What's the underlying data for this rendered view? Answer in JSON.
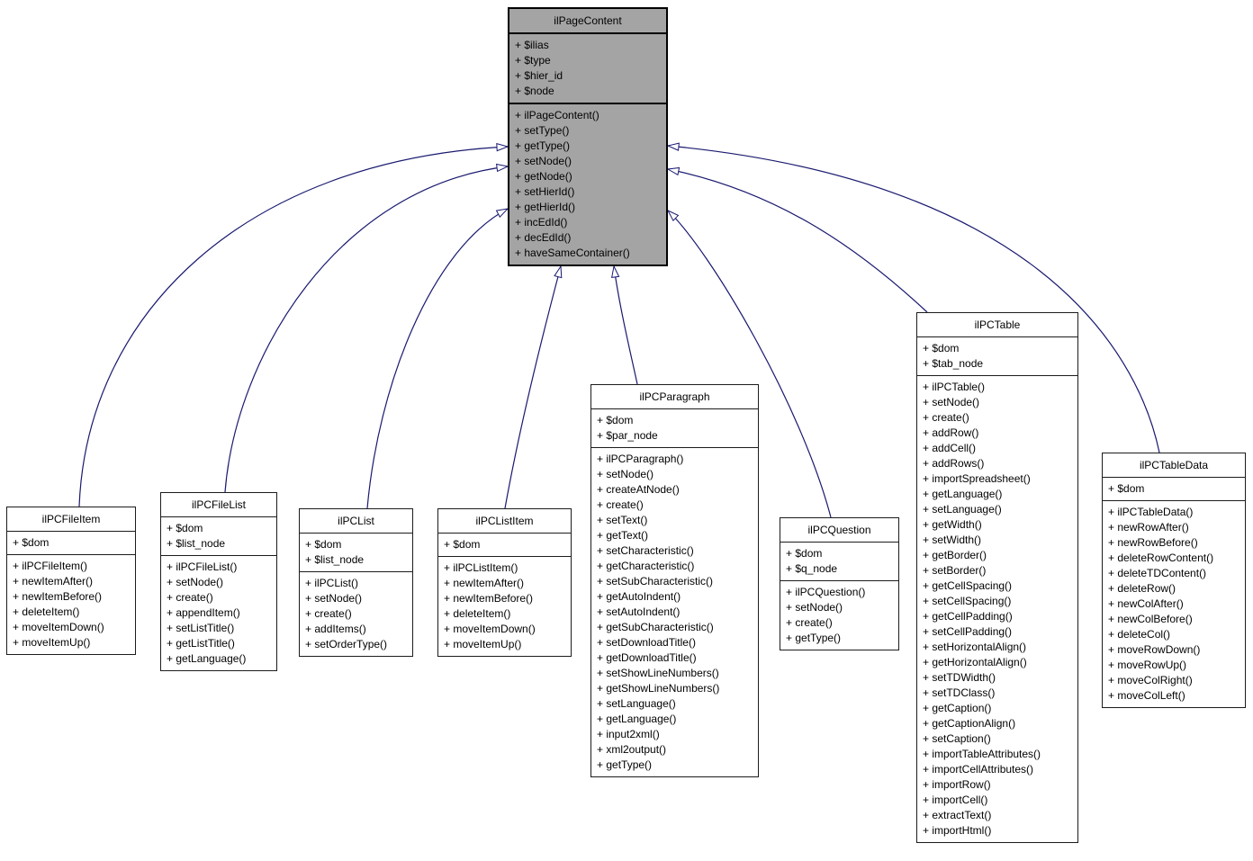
{
  "diagram": {
    "type": "uml-class-inheritance-graph",
    "base_class": "ilPageContent",
    "arrow_color": "#191970",
    "base_fill": "#a4a4a4",
    "node_fill": "#ffffff",
    "border_color": "#000000",
    "classes": [
      {
        "name": "ilPageContent",
        "attributes": [
          "+ $ilias",
          "+ $type",
          "+ $hier_id",
          "+ $node"
        ],
        "methods": [
          "+ ilPageContent()",
          "+ setType()",
          "+ getType()",
          "+ setNode()",
          "+ getNode()",
          "+ setHierId()",
          "+ getHierId()",
          "+ incEdId()",
          "+ decEdId()",
          "+ haveSameContainer()"
        ]
      },
      {
        "name": "ilPCFileItem",
        "attributes": [
          "+ $dom"
        ],
        "methods": [
          "+ ilPCFileItem()",
          "+ newItemAfter()",
          "+ newItemBefore()",
          "+ deleteItem()",
          "+ moveItemDown()",
          "+ moveItemUp()"
        ]
      },
      {
        "name": "ilPCFileList",
        "attributes": [
          "+ $dom",
          "+ $list_node"
        ],
        "methods": [
          "+ ilPCFileList()",
          "+ setNode()",
          "+ create()",
          "+ appendItem()",
          "+ setListTitle()",
          "+ getListTitle()",
          "+ getLanguage()"
        ]
      },
      {
        "name": "ilPCList",
        "attributes": [
          "+ $dom",
          "+ $list_node"
        ],
        "methods": [
          "+ ilPCList()",
          "+ setNode()",
          "+ create()",
          "+ addItems()",
          "+ setOrderType()"
        ]
      },
      {
        "name": "ilPCListItem",
        "attributes": [
          "+ $dom"
        ],
        "methods": [
          "+ ilPCListItem()",
          "+ newItemAfter()",
          "+ newItemBefore()",
          "+ deleteItem()",
          "+ moveItemDown()",
          "+ moveItemUp()"
        ]
      },
      {
        "name": "ilPCParagraph",
        "attributes": [
          "+ $dom",
          "+ $par_node"
        ],
        "methods": [
          "+ ilPCParagraph()",
          "+ setNode()",
          "+ createAtNode()",
          "+ create()",
          "+ setText()",
          "+ getText()",
          "+ setCharacteristic()",
          "+ getCharacteristic()",
          "+ setSubCharacteristic()",
          "+ getAutoIndent()",
          "+ setAutoIndent()",
          "+ getSubCharacteristic()",
          "+ setDownloadTitle()",
          "+ getDownloadTitle()",
          "+ setShowLineNumbers()",
          "+ getShowLineNumbers()",
          "+ setLanguage()",
          "+ getLanguage()",
          "+ input2xml()",
          "+ xml2output()",
          "+ getType()"
        ]
      },
      {
        "name": "ilPCQuestion",
        "attributes": [
          "+ $dom",
          "+ $q_node"
        ],
        "methods": [
          "+ ilPCQuestion()",
          "+ setNode()",
          "+ create()",
          "+ getType()"
        ]
      },
      {
        "name": "ilPCTable",
        "attributes": [
          "+ $dom",
          "+ $tab_node"
        ],
        "methods": [
          "+ ilPCTable()",
          "+ setNode()",
          "+ create()",
          "+ addRow()",
          "+ addCell()",
          "+ addRows()",
          "+ importSpreadsheet()",
          "+ getLanguage()",
          "+ setLanguage()",
          "+ getWidth()",
          "+ setWidth()",
          "+ getBorder()",
          "+ setBorder()",
          "+ getCellSpacing()",
          "+ setCellSpacing()",
          "+ getCellPadding()",
          "+ setCellPadding()",
          "+ setHorizontalAlign()",
          "+ getHorizontalAlign()",
          "+ setTDWidth()",
          "+ setTDClass()",
          "+ getCaption()",
          "+ getCaptionAlign()",
          "+ setCaption()",
          "+ importTableAttributes()",
          "+ importCellAttributes()",
          "+ importRow()",
          "+ importCell()",
          "+ extractText()",
          "+ importHtml()"
        ]
      },
      {
        "name": "ilPCTableData",
        "attributes": [
          "+ $dom"
        ],
        "methods": [
          "+ ilPCTableData()",
          "+ newRowAfter()",
          "+ newRowBefore()",
          "+ deleteRowContent()",
          "+ deleteTDContent()",
          "+ deleteRow()",
          "+ newColAfter()",
          "+ newColBefore()",
          "+ deleteCol()",
          "+ moveRowDown()",
          "+ moveRowUp()",
          "+ moveColRight()",
          "+ moveColLeft()"
        ]
      }
    ],
    "edges": [
      {
        "from": "ilPCFileItem",
        "to": "ilPageContent",
        "relation": "inheritance"
      },
      {
        "from": "ilPCFileList",
        "to": "ilPageContent",
        "relation": "inheritance"
      },
      {
        "from": "ilPCList",
        "to": "ilPageContent",
        "relation": "inheritance"
      },
      {
        "from": "ilPCListItem",
        "to": "ilPageContent",
        "relation": "inheritance"
      },
      {
        "from": "ilPCParagraph",
        "to": "ilPageContent",
        "relation": "inheritance"
      },
      {
        "from": "ilPCQuestion",
        "to": "ilPageContent",
        "relation": "inheritance"
      },
      {
        "from": "ilPCTable",
        "to": "ilPageContent",
        "relation": "inheritance"
      },
      {
        "from": "ilPCTableData",
        "to": "ilPageContent",
        "relation": "inheritance"
      }
    ]
  }
}
